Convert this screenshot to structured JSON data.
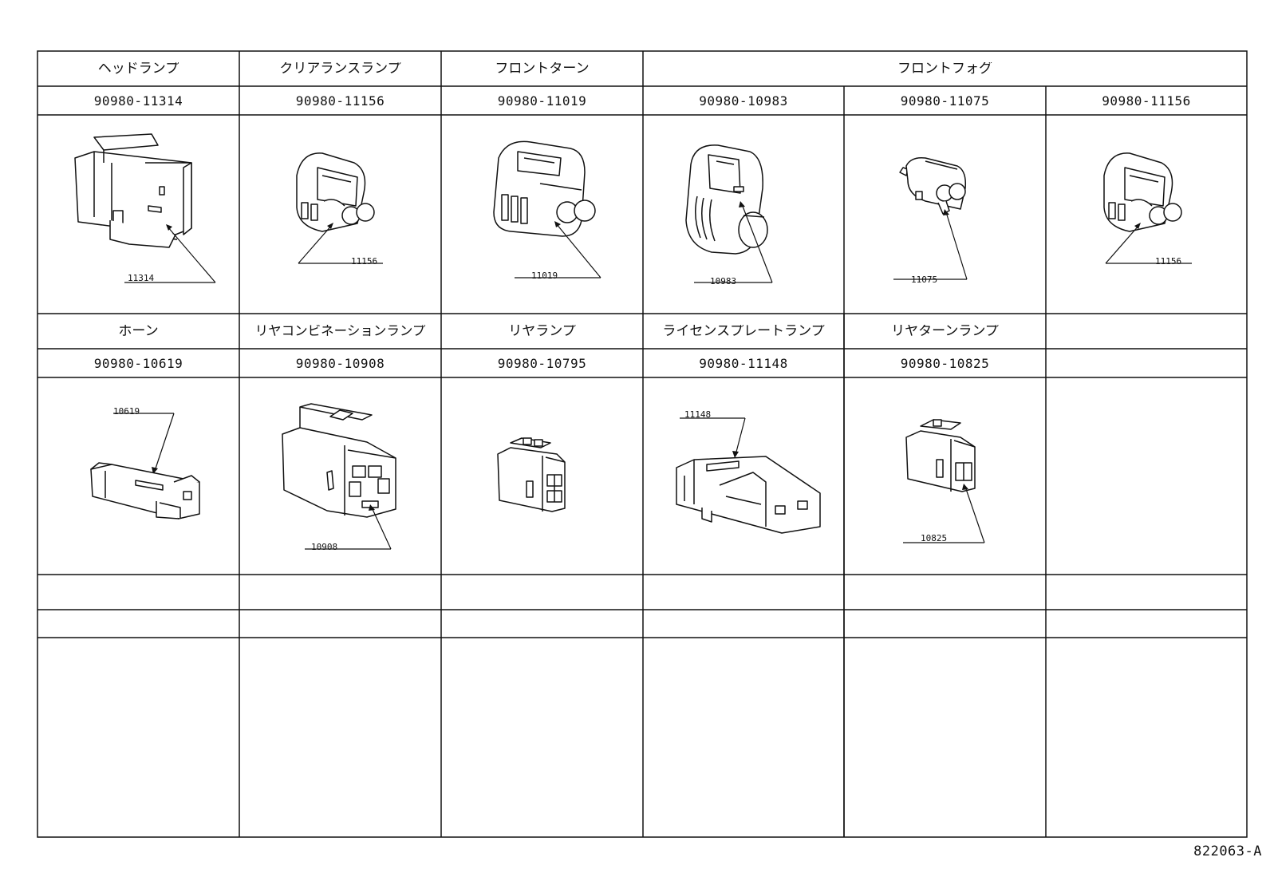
{
  "row1": {
    "names": [
      "ヘッドランプ",
      "クリアランスランプ",
      "フロントターン",
      "フロントフォグ"
    ],
    "part_numbers": [
      "90980-11314",
      "90980-11156",
      "90980-11019",
      "90980-10983",
      "90980-11075",
      "90980-11156"
    ],
    "callouts": [
      "11314",
      "11156",
      "11019",
      "10983",
      "11075",
      "11156"
    ]
  },
  "row2": {
    "names": [
      "ホーン",
      "リヤコンビネーションランプ",
      "リヤランプ",
      "ライセンスプレートランプ",
      "リヤターンランプ"
    ],
    "part_numbers": [
      "90980-10619",
      "90980-10908",
      "90980-10795",
      "90980-11148",
      "90980-10825"
    ],
    "callouts": [
      "10619",
      "10908",
      "11148",
      "10825"
    ]
  },
  "sheet_id": "822063-A"
}
